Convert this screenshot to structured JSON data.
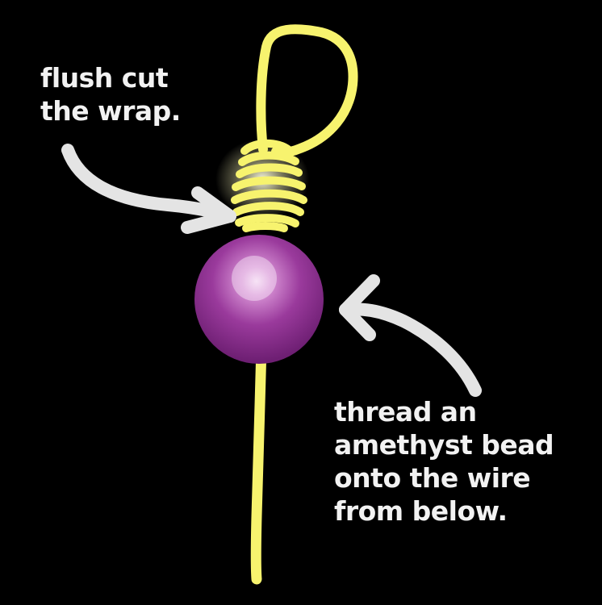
{
  "colors": {
    "background": "#000000",
    "wire": "#f7f36e",
    "wire_glow": "#ffffcc",
    "bead": "#8a2a8e",
    "bead_highlight": "#f1d6ef",
    "arrow": "#e4e4e4",
    "text": "#f2f2f2"
  },
  "annotations": {
    "flush_cut": {
      "lines": [
        "flush cut",
        "the wrap."
      ]
    },
    "thread_bead": {
      "lines": [
        "thread an",
        "amethyst bead",
        "onto the wire",
        "from below."
      ]
    }
  },
  "icons": {
    "arrow_top": "curved-arrow-right-icon",
    "arrow_bottom": "curved-arrow-left-icon"
  }
}
